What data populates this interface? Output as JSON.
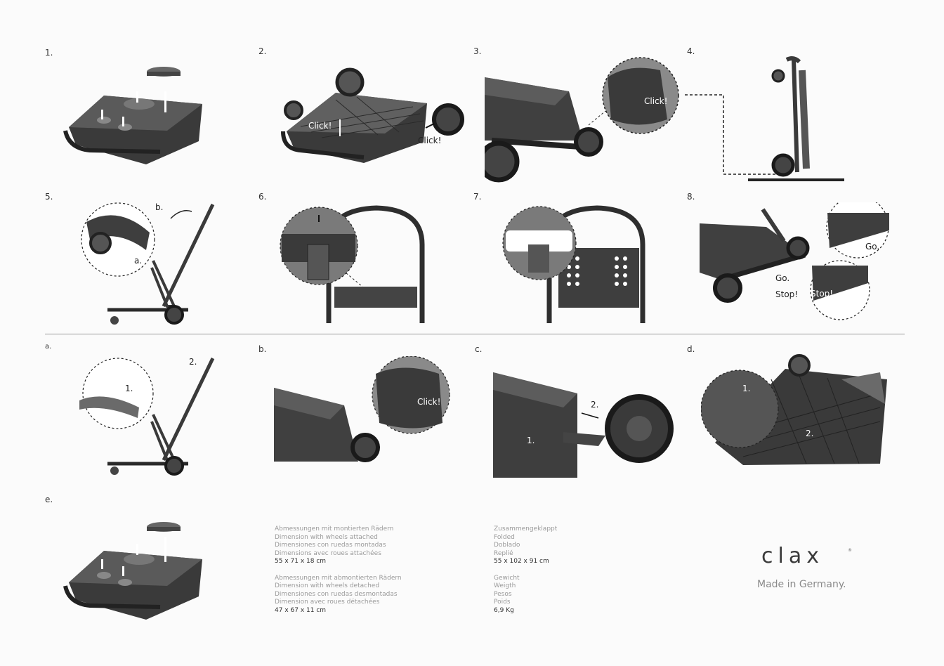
{
  "steps": {
    "s1": "1.",
    "s2": "2.",
    "s3": "3.",
    "s4": "4.",
    "s5": "5.",
    "s6": "6.",
    "s7": "7.",
    "s8": "8.",
    "a": "a.",
    "b": "b.",
    "c": "c.",
    "d": "d.",
    "e": "e."
  },
  "labels": {
    "click": "Click!",
    "go": "Go.",
    "stop": "Stop!",
    "sub_a": "a.",
    "sub_b": "b.",
    "one": "1.",
    "two": "2."
  },
  "specs": {
    "attached": {
      "lines": [
        "Abmessungen mit montierten Rädern",
        "Dimension with wheels attached",
        "Dimensiones con ruedas montadas",
        "Dimensions avec roues attachées"
      ],
      "value": "55 x 71 x 18 cm"
    },
    "detached": {
      "lines": [
        "Abmessungen mit abmontierten Rädern",
        "Dimension with wheels detached",
        "Dimensiones con ruedas desmontadas",
        "Dimension avec roues détachées"
      ],
      "value": "47 x 67 x 11 cm"
    },
    "folded": {
      "lines": [
        "Zusammengeklappt",
        "Folded",
        "Doblado",
        "Replié"
      ],
      "value": "55 x 102 x 91 cm"
    },
    "weight": {
      "lines": [
        "Gewicht",
        "Weigth",
        "Pesos",
        "Poids"
      ],
      "value": "6,9 Kg"
    }
  },
  "brand": {
    "logo": "clax",
    "registered": "®",
    "tagline": "Made in Germany."
  }
}
